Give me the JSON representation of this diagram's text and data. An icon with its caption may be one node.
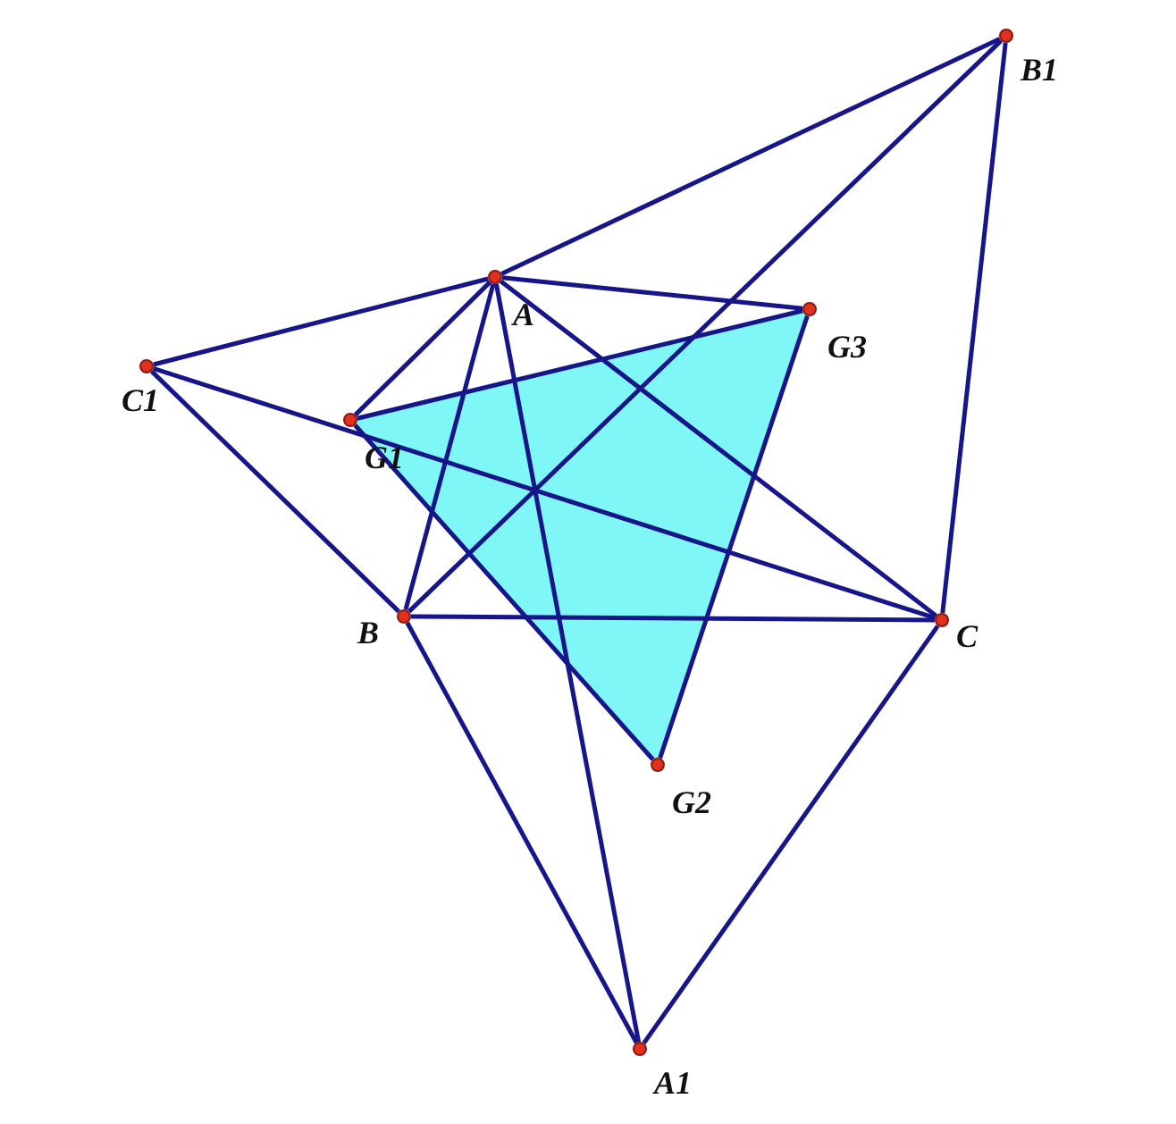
{
  "diagram": {
    "nodes": [
      {
        "text": [
          "A"
        ]
      },
      {
        "text": [
          "B"
        ]
      },
      {
        "text": [
          "C"
        ]
      },
      {
        "text": [
          "A1"
        ]
      },
      {
        "text": [
          "B1"
        ]
      },
      {
        "text": [
          "C1"
        ]
      },
      {
        "text": [
          "G1"
        ]
      },
      {
        "text": [
          "G2"
        ]
      },
      {
        "text": [
          "G3"
        ]
      }
    ],
    "edges": [
      {
        "from": 0,
        "to": 1,
        "arrow": "none"
      },
      {
        "from": 1,
        "to": 2,
        "arrow": "none"
      },
      {
        "from": 2,
        "to": 0,
        "arrow": "none"
      },
      {
        "from": 0,
        "to": 4,
        "arrow": "none"
      },
      {
        "from": 4,
        "to": 2,
        "arrow": "none"
      },
      {
        "from": 0,
        "to": 5,
        "arrow": "none"
      },
      {
        "from": 5,
        "to": 1,
        "arrow": "none"
      },
      {
        "from": 1,
        "to": 3,
        "arrow": "none"
      },
      {
        "from": 3,
        "to": 2,
        "arrow": "none"
      },
      {
        "from": 0,
        "to": 3,
        "arrow": "none"
      },
      {
        "from": 1,
        "to": 4,
        "arrow": "none"
      },
      {
        "from": 5,
        "to": 2,
        "arrow": "none"
      },
      {
        "from": 0,
        "to": 6,
        "arrow": "none"
      },
      {
        "from": 0,
        "to": 8,
        "arrow": "none"
      },
      {
        "from": 6,
        "to": 8,
        "arrow": "none"
      },
      {
        "from": 8,
        "to": 7,
        "arrow": "none"
      },
      {
        "from": 7,
        "to": 6,
        "arrow": "none"
      }
    ]
  }
}
